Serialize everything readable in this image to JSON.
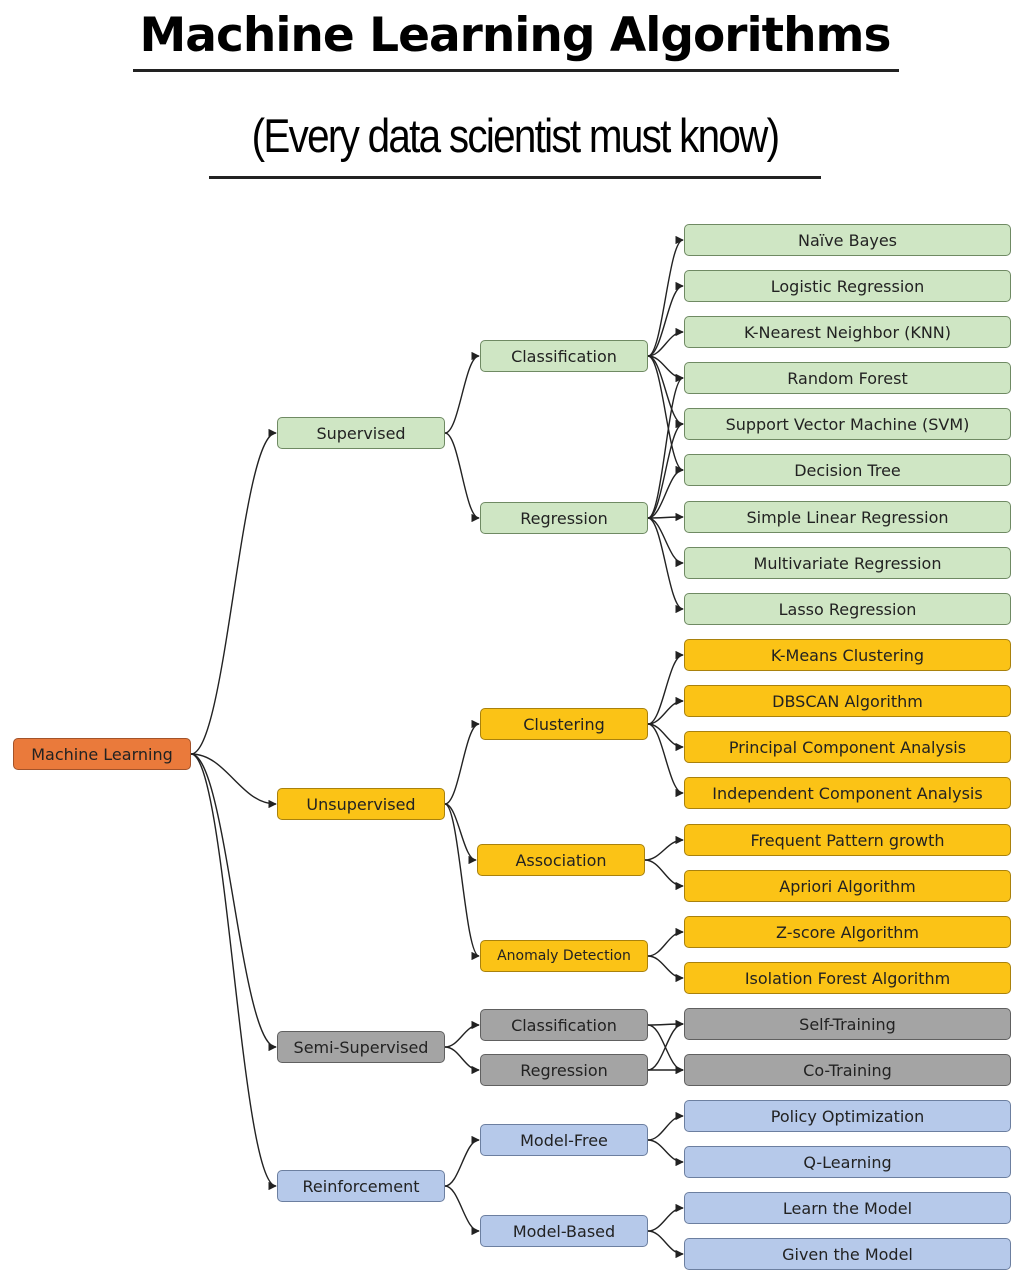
{
  "title": "Machine Learning Algorithms",
  "subtitle": "(Every data scientist must know)",
  "colors": {
    "root": "#ea7a3b",
    "supervised": "#cfe6c4",
    "unsupervised": "#fbc316",
    "semi_supervised": "#a4a4a4",
    "reinforcement": "#b6c9ea",
    "edge": "#222222"
  },
  "nodes": {
    "root": "Machine Learning",
    "supervised": "Supervised",
    "unsupervised": "Unsupervised",
    "semi_supervised": "Semi-Supervised",
    "reinforcement": "Reinforcement",
    "sup_classification": "Classification",
    "sup_regression": "Regression",
    "clustering": "Clustering",
    "association": "Association",
    "anomaly_detection": "Anomaly Detection",
    "semi_classification": "Classification",
    "semi_regression": "Regression",
    "model_free": "Model-Free",
    "model_based": "Model-Based",
    "naive_bayes": "Naïve Bayes",
    "logistic_regression": "Logistic Regression",
    "knn": "K-Nearest Neighbor (KNN)",
    "random_forest": "Random Forest",
    "svm": "Support Vector Machine (SVM)",
    "decision_tree": "Decision Tree",
    "simple_linear_regression": "Simple Linear Regression",
    "multivariate_regression": "Multivariate Regression",
    "lasso_regression": "Lasso Regression",
    "kmeans": "K-Means Clustering",
    "dbscan": "DBSCAN Algorithm",
    "pca": "Principal Component Analysis",
    "ica": "Independent Component Analysis",
    "fp_growth": "Frequent Pattern growth",
    "apriori": "Apriori Algorithm",
    "zscore": "Z-score Algorithm",
    "isolation_forest": "Isolation Forest Algorithm",
    "self_training": "Self-Training",
    "co_training": "Co-Training",
    "policy_optimization": "Policy Optimization",
    "q_learning": "Q-Learning",
    "learn_model": "Learn the Model",
    "given_model": "Given the Model"
  },
  "edges": [
    [
      "root",
      "supervised"
    ],
    [
      "root",
      "unsupervised"
    ],
    [
      "root",
      "semi_supervised"
    ],
    [
      "root",
      "reinforcement"
    ],
    [
      "supervised",
      "sup_classification"
    ],
    [
      "supervised",
      "sup_regression"
    ],
    [
      "sup_classification",
      "naive_bayes"
    ],
    [
      "sup_classification",
      "logistic_regression"
    ],
    [
      "sup_classification",
      "knn"
    ],
    [
      "sup_classification",
      "random_forest"
    ],
    [
      "sup_classification",
      "svm"
    ],
    [
      "sup_classification",
      "decision_tree"
    ],
    [
      "sup_regression",
      "random_forest"
    ],
    [
      "sup_regression",
      "svm"
    ],
    [
      "sup_regression",
      "decision_tree"
    ],
    [
      "sup_regression",
      "simple_linear_regression"
    ],
    [
      "sup_regression",
      "multivariate_regression"
    ],
    [
      "sup_regression",
      "lasso_regression"
    ],
    [
      "unsupervised",
      "clustering"
    ],
    [
      "unsupervised",
      "association"
    ],
    [
      "unsupervised",
      "anomaly_detection"
    ],
    [
      "clustering",
      "kmeans"
    ],
    [
      "clustering",
      "dbscan"
    ],
    [
      "clustering",
      "pca"
    ],
    [
      "clustering",
      "ica"
    ],
    [
      "association",
      "fp_growth"
    ],
    [
      "association",
      "apriori"
    ],
    [
      "anomaly_detection",
      "zscore"
    ],
    [
      "anomaly_detection",
      "isolation_forest"
    ],
    [
      "semi_supervised",
      "semi_classification"
    ],
    [
      "semi_supervised",
      "semi_regression"
    ],
    [
      "semi_classification",
      "self_training"
    ],
    [
      "semi_classification",
      "co_training"
    ],
    [
      "semi_regression",
      "self_training"
    ],
    [
      "semi_regression",
      "co_training"
    ],
    [
      "reinforcement",
      "model_free"
    ],
    [
      "reinforcement",
      "model_based"
    ],
    [
      "model_free",
      "policy_optimization"
    ],
    [
      "model_free",
      "q_learning"
    ],
    [
      "model_based",
      "learn_model"
    ],
    [
      "model_based",
      "given_model"
    ]
  ]
}
